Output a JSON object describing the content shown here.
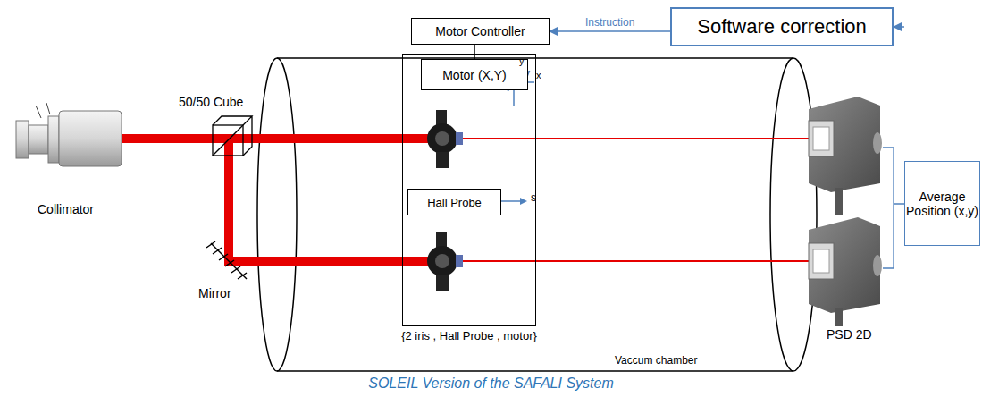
{
  "diagram": {
    "caption": "SOLEIL Version of the SAFALI System",
    "nodes": [
      {
        "text": [
          "Motor Controller"
        ]
      },
      {
        "text": [
          "Software correction"
        ]
      },
      {
        "text": [
          "{2 iris , Hall Probe , motor}"
        ]
      },
      {
        "text": [
          "Motor (X,Y)"
        ],
        "in": 2
      },
      {
        "text": [
          "Hall Probe"
        ],
        "in": 2
      },
      {
        "text": [
          "Average Position (x,y)"
        ]
      }
    ],
    "edges": [
      {
        "from": 1,
        "to": 0,
        "arrow": "to",
        "label": "Instruction"
      },
      {
        "from": 0,
        "to": 3,
        "arrow": "none"
      },
      {
        "from": 5,
        "to": 1,
        "arrow": "to"
      }
    ],
    "labels": [
      "Collimator",
      "50/50 Cube",
      "Mirror",
      "y",
      "x",
      "s",
      "PSD 2D",
      "Vaccum chamber"
    ]
  }
}
